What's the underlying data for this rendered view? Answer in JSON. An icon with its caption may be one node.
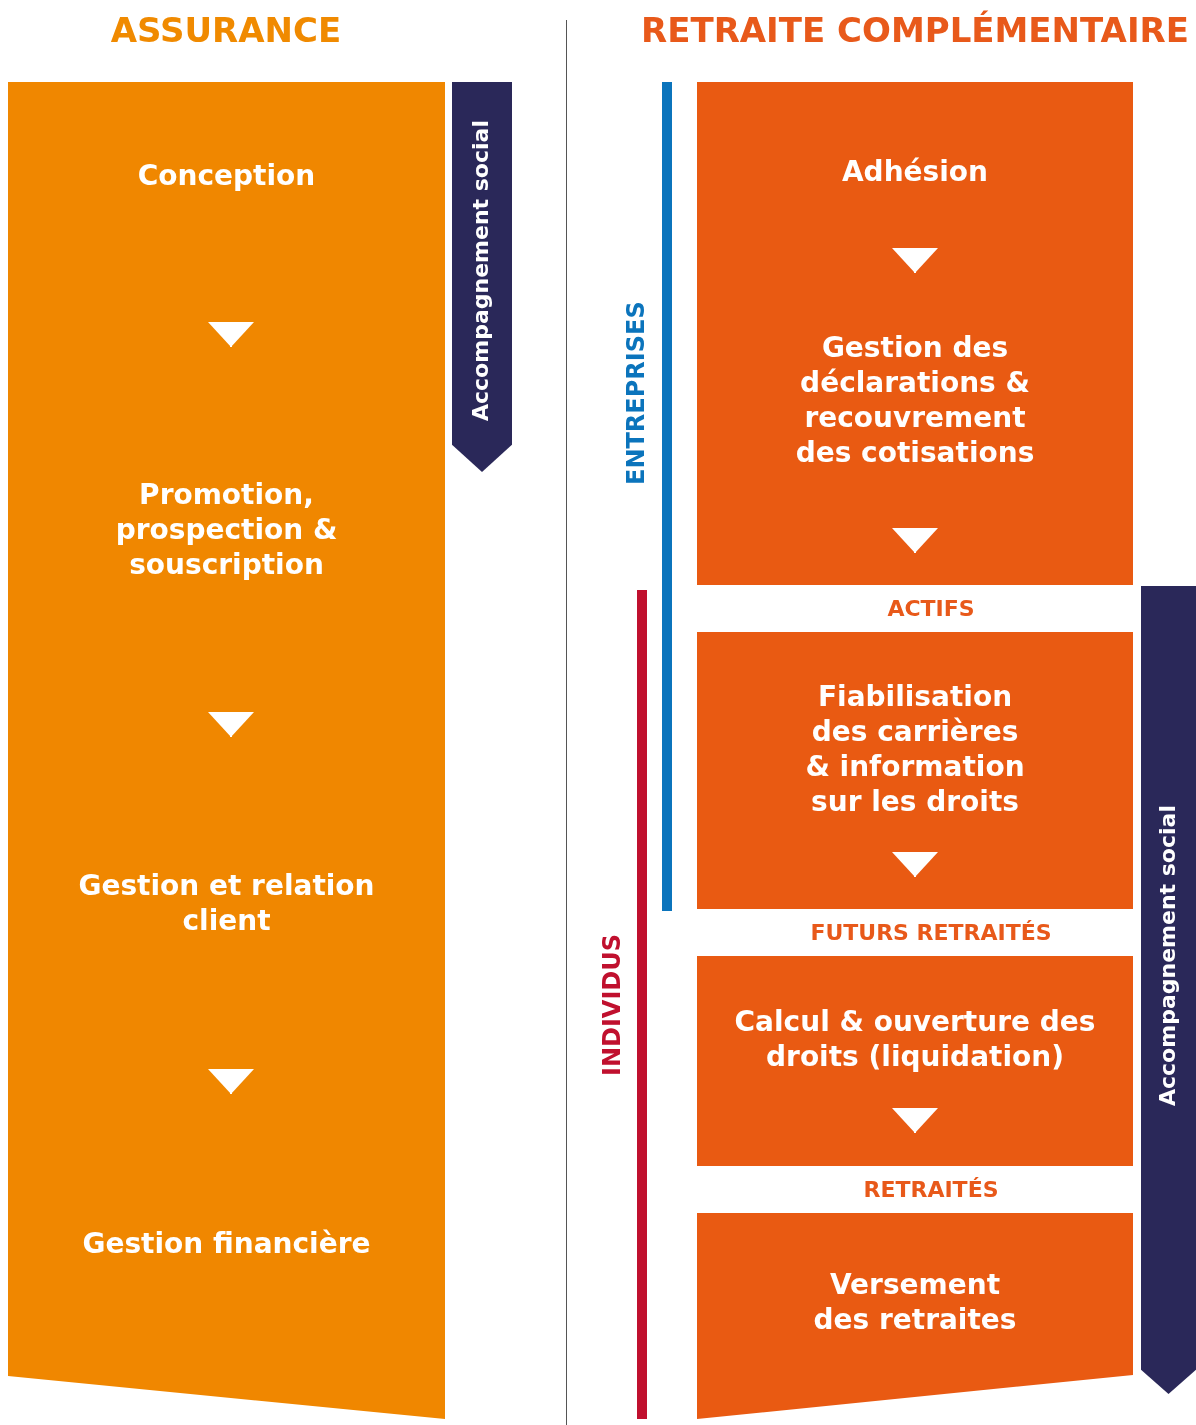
{
  "diagram": {
    "nodes": [
      {
        "text": [
          "Conception"
        ]
      },
      {
        "text": [
          "Promotion, prospection & souscription"
        ]
      },
      {
        "text": [
          "Gestion et relation client"
        ]
      },
      {
        "text": [
          "Gestion financière"
        ]
      },
      {
        "text": [
          "Accompagnement social"
        ]
      },
      {
        "text": [
          "Adhésion"
        ]
      },
      {
        "text": [
          "Gestion des déclarations & recouvrement des cotisations"
        ]
      },
      {
        "text": [
          "Fiabilisation des carrières & information sur les droits"
        ]
      },
      {
        "text": [
          "Calcul & ouverture des droits (liquidation)"
        ]
      },
      {
        "text": [
          "Versement des retraites"
        ]
      },
      {
        "text": [
          "Accompagnement social"
        ]
      }
    ],
    "edges": [
      {
        "from": 0,
        "to": 1,
        "arrow": "to"
      },
      {
        "from": 1,
        "to": 2,
        "arrow": "to"
      },
      {
        "from": 2,
        "to": 3,
        "arrow": "to"
      },
      {
        "from": 5,
        "to": 6,
        "arrow": "to"
      },
      {
        "from": 6,
        "to": 7,
        "arrow": "to"
      },
      {
        "from": 7,
        "to": 8,
        "arrow": "to"
      },
      {
        "from": 8,
        "to": 9,
        "arrow": "to"
      }
    ],
    "labels": [
      "ASSURANCE",
      "RETRAITE COMPLÉMENTAIRE",
      "ENTREPRISES",
      "ACTIFS",
      "INDIVIDUS",
      "FUTURS RETRAITÉS",
      "RETRAITÉS"
    ]
  }
}
